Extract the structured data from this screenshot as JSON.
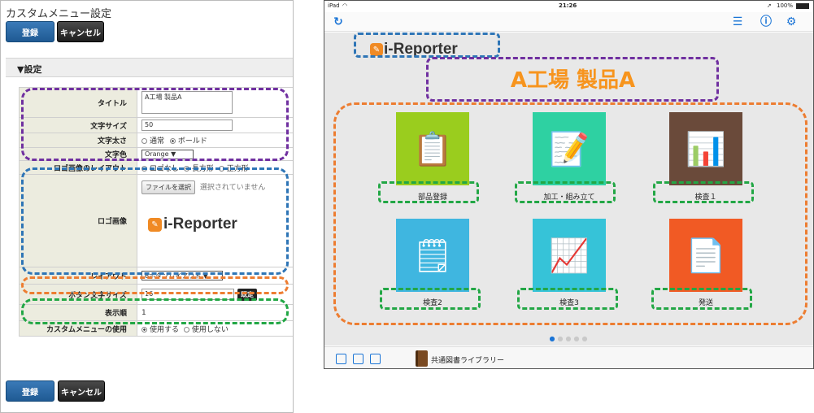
{
  "left": {
    "title": "カスタムメニュー設定",
    "register_label": "登録",
    "cancel_label": "キャンセル",
    "section_label": "▼設定",
    "rows": {
      "title_label": "タイトル",
      "title_value": "A工場 製品A",
      "font_size_label": "文字サイズ",
      "font_size_value": "50",
      "font_weight_label": "文字太さ",
      "font_weight_opt1": "通常",
      "font_weight_opt2": "ボールド",
      "font_color_label": "文字色",
      "font_color_value": "Orange",
      "logo_layout_label": "ロゴ画像のレイアウト",
      "logo_layout_opt1": "ロゴなし",
      "logo_layout_opt2": "長方形",
      "logo_layout_opt3": "正方形",
      "logo_image_label": "ロゴ画像",
      "file_button": "ファイルを選択",
      "file_status": "選択されていません",
      "logo_text": "i-Reporter",
      "layout_label": "レイアウト",
      "layout_value": "6ボタンレイアウト",
      "button_font_size_label": "ボタン文字サイズ",
      "button_font_size_value": "16",
      "apply_label": "既定",
      "display_order_label": "表示順",
      "display_order_value": "1",
      "usage_label": "カスタムメニューの使用",
      "usage_opt1": "使用する",
      "usage_opt2": "使用しない"
    }
  },
  "ipad": {
    "carrier": "iPad",
    "time": "21:26",
    "battery": "100%",
    "logo_text": "i-Reporter",
    "menu_title": "A工場 製品A",
    "tiles": [
      {
        "label": "部品登録",
        "color": "#9acd1e"
      },
      {
        "label": "加工・組み立て",
        "color": "#2ed1a2"
      },
      {
        "label": "検査１",
        "color": "#6a4a3a"
      },
      {
        "label": "検査2",
        "color": "#3fb6e0"
      },
      {
        "label": "検査3",
        "color": "#36c3d8"
      },
      {
        "label": "発送",
        "color": "#f15a24"
      }
    ],
    "library_label": "共通図書ライブラリー"
  },
  "annotation_colors": {
    "purple": "#7030a0",
    "blue": "#2e75b6",
    "orange": "#ed7d31",
    "green": "#22a745"
  }
}
